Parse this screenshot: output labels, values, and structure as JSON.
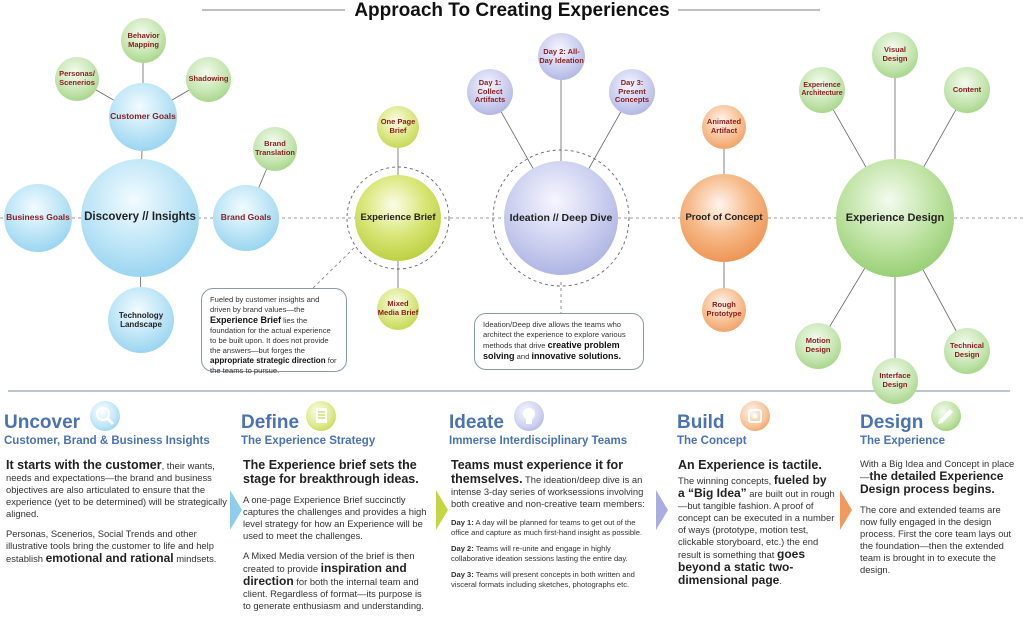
{
  "title": "Approach To Creating Experiences",
  "nodes": {
    "discovery": "Discovery // Insights",
    "customer_goals": "Customer Goals",
    "business_goals": "Business Goals",
    "technology_landscape": "Technology Landscape",
    "personas": "Personas/ Scenerios",
    "behavior_mapping": "Behavior Mapping",
    "shadowing": "Shadowing",
    "brand_goals": "Brand Goals",
    "brand_translation": "Brand Translation",
    "experience_brief": "Experience Brief",
    "one_page_brief": "One Page Brief",
    "mixed_media_brief": "Mixed Media Brief",
    "ideation": "Ideation // Deep Dive",
    "day1": "Day 1: Collect Artifacts",
    "day2": "Day 2: All-Day Ideation",
    "day3": "Day 3: Present Concepts",
    "proof_of_concept": "Proof of Concept",
    "animated_artifact": "Animated Artifact",
    "rough_prototype": "Rough Prototype",
    "experience_design": "Experience Design",
    "experience_architecture": "Experience Architecture",
    "visual_design": "Visual Design",
    "content": "Content",
    "motion_design": "Motion Design",
    "interface_design": "Interface Design",
    "technical_design": "Technical Design"
  },
  "callouts": {
    "brief": {
      "t1": "Fueled by customer insights and driven by brand values—the",
      "b1": "Experience Brief",
      "t2": "lies the foundation for the actual experience to be built upon. It does not provide the answers—but forges the",
      "b2": "appropriate strategic direction",
      "t3": "for the teams to pursue."
    },
    "ideation": {
      "t1": "Ideation/Deep dive allows the teams who architect the experience to explore various methods that drive",
      "b1": "creative problem solving",
      "t2": "and",
      "b2": "innovative solutions."
    }
  },
  "columns": {
    "uncover": {
      "title": "Uncover",
      "subtitle": "Customer, Brand & Business Insights",
      "lead": "It starts with the customer",
      "p1": ", their wants, needs and expectations—the brand and business objectives are also articulated to ensure that the experience (yet to be determined) will be strategically aligned.",
      "p2a": "Personas, Scenerios, Social Trends and other illustrative tools bring the customer to life and help establish",
      "p2b": "emotional and rational",
      "p2c": "mindsets."
    },
    "define": {
      "title": "Define",
      "subtitle": "The Experience Strategy",
      "lead": "The Experience brief sets the stage for breakthrough ideas.",
      "p1": "A one-page Experience Brief succinctly captures the challenges and provides a high level strategy for how an Experience will be used to meet the challenges.",
      "p2a": "A Mixed Media version of the brief is then created to provide",
      "p2b": "inspiration and direction",
      "p2c": "for both the internal team and client. Regardless of format—its purpose is to generate enthusiasm and understanding."
    },
    "ideate": {
      "title": "Ideate",
      "subtitle": "Immerse Interdisciplinary Teams",
      "lead": "Teams must experience it for themselves.",
      "p1": "The ideation/deep dive is an intense 3-day series of worksessions involving both creative and non-creative team members:",
      "d1a": "Day 1:",
      "d1b": "A day will be planned for teams to get out of the office and capture as much first-hand insight as possible.",
      "d2a": "Day 2:",
      "d2b": "Teams will re-unite and engage in highly collaborative ideation sessions lasting the entire day.",
      "d3a": "Day 3:",
      "d3b": "Teams will present concepts in both written and visceral formats including sketches, photographs etc."
    },
    "build": {
      "title": "Build",
      "subtitle": "The Concept",
      "lead": "An Experience is tactile.",
      "p1a": "The winning concepts,",
      "p1b": "fueled by a “Big Idea”",
      "p1c": "are built out in rough—but tangible fashion. A proof of concept can be executed in a number of ways (prototype, motion test, clickable storyboard, etc.) the end result is something that",
      "p1d": "goes beyond a static two-dimensional page",
      "p1e": "."
    },
    "design": {
      "title": "Design",
      "subtitle": "The Experience",
      "p1a": "With a Big Idea and Concept in place—",
      "p1b": "the detailed Experience Design process begins.",
      "p2": "The core and extended teams are now fully engaged in the design process. First the core team lays out the foundation—then the extended team is brought in to execute the design."
    }
  },
  "colors": {
    "heading_blue": "#4a72b5",
    "blue": "#7fc8ec",
    "lime": "#b7cc2e",
    "lavender": "#9ea5dc",
    "orange": "#ee8a45",
    "green": "#7cc153"
  },
  "icons": [
    "magnifier-icon",
    "document-icon",
    "lightbulb-icon",
    "wrench-icon",
    "pen-icon"
  ]
}
